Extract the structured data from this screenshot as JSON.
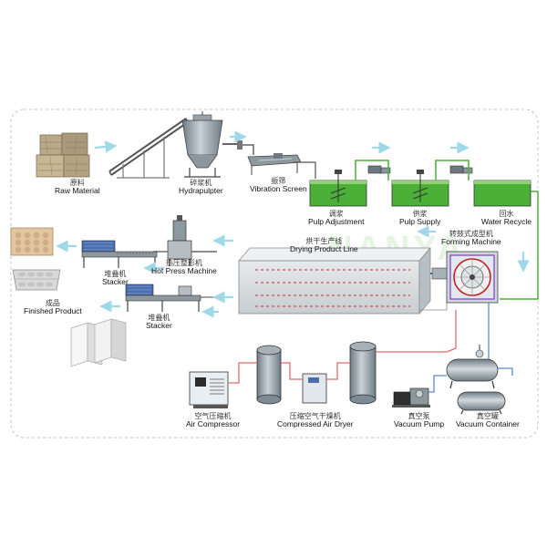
{
  "labels": {
    "raw_material": {
      "zh": "原料",
      "en": "Raw Material"
    },
    "hydrapulpter": {
      "zh": "碎浆机",
      "en": "Hydrapulpter"
    },
    "vibration_screen": {
      "zh": "振筛",
      "en": "Vibration Screen"
    },
    "pulp_adjustment": {
      "zh": "调浆",
      "en": "Pulp Adjustment"
    },
    "pulp_supply": {
      "zh": "供浆",
      "en": "Pulp Supply"
    },
    "water_recycle": {
      "zh": "回水",
      "en": "Water Recycle"
    },
    "forming_machine": {
      "zh": "转鼓式成型机",
      "en": "Forming Machine"
    },
    "drying_line": {
      "zh": "烘干生产线",
      "en": "Drying Product Line"
    },
    "hot_press": {
      "zh": "热压整形机",
      "en": "Hot Press Machine"
    },
    "stacker_top": {
      "zh": "堆叠机",
      "en": "Stacker"
    },
    "stacker_bottom": {
      "zh": "堆叠机",
      "en": "Stacker"
    },
    "finished_product": {
      "zh": "成品",
      "en": "Finished Product"
    },
    "air_compressor": {
      "zh": "空气压缩机",
      "en": "Air Compressor"
    },
    "air_dryer": {
      "zh": "压缩空气干燥机",
      "en": "Compressed Air Dryer"
    },
    "vacuum_pump": {
      "zh": "真空泵",
      "en": "Vacuum Pump"
    },
    "vacuum_container": {
      "zh": "真空罐",
      "en": "Vacuum Container"
    }
  },
  "watermark": "NANYA",
  "colors": {
    "pulp": "#4caf38",
    "pulp_light": "#bfe6a8",
    "pipe_red": "#e26b6b",
    "pipe_blue": "#5a8bd0",
    "arrow": "#9fd8e8",
    "machine": "#7d8b96",
    "border": "#bbbbbb"
  }
}
